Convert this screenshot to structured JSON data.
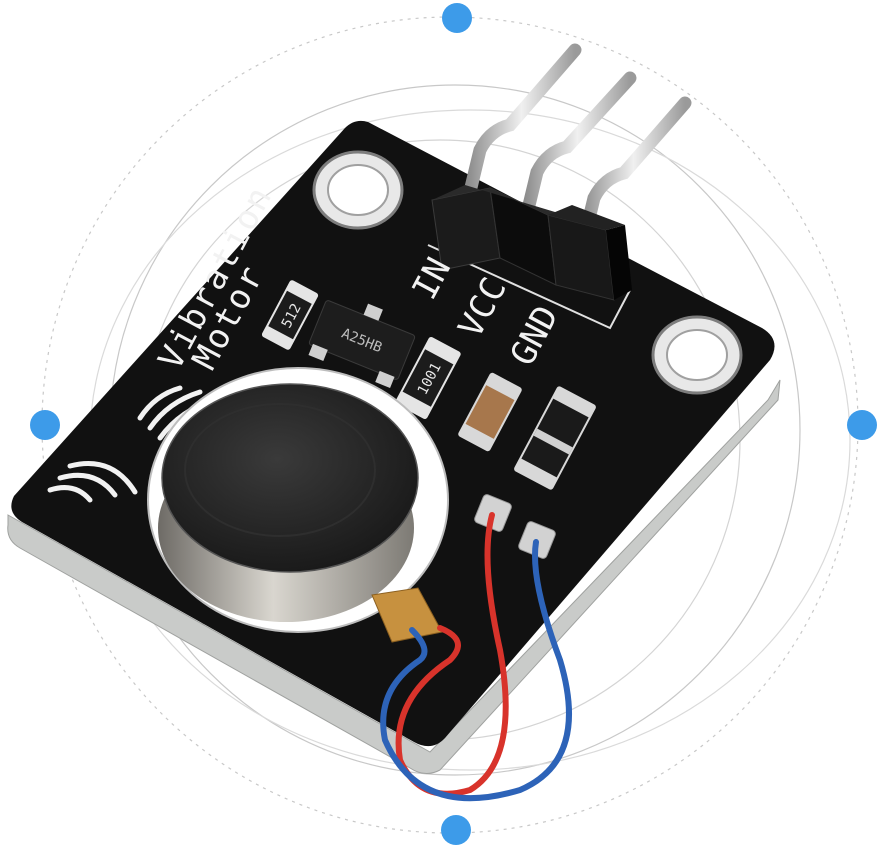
{
  "board": {
    "title_line1": "Vibration",
    "title_line2": "Motor",
    "pin_in": "IN",
    "pin_vcc": "VCC",
    "pin_gnd": "GND",
    "resistor1_code": "512",
    "transistor_code": "A25HB",
    "resistor2_code": "1001"
  },
  "colors": {
    "pcb": "#111111",
    "pcb_edge": "#c9cbc9",
    "silkscreen": "#f2f2f2",
    "accent_dot": "#3d9be9",
    "orbit": "#c8c8c8",
    "wire_red": "#d8332b",
    "wire_blue": "#2d63b8"
  },
  "icons": [
    "vibration-waves-icon",
    "vibration-waves-icon"
  ]
}
